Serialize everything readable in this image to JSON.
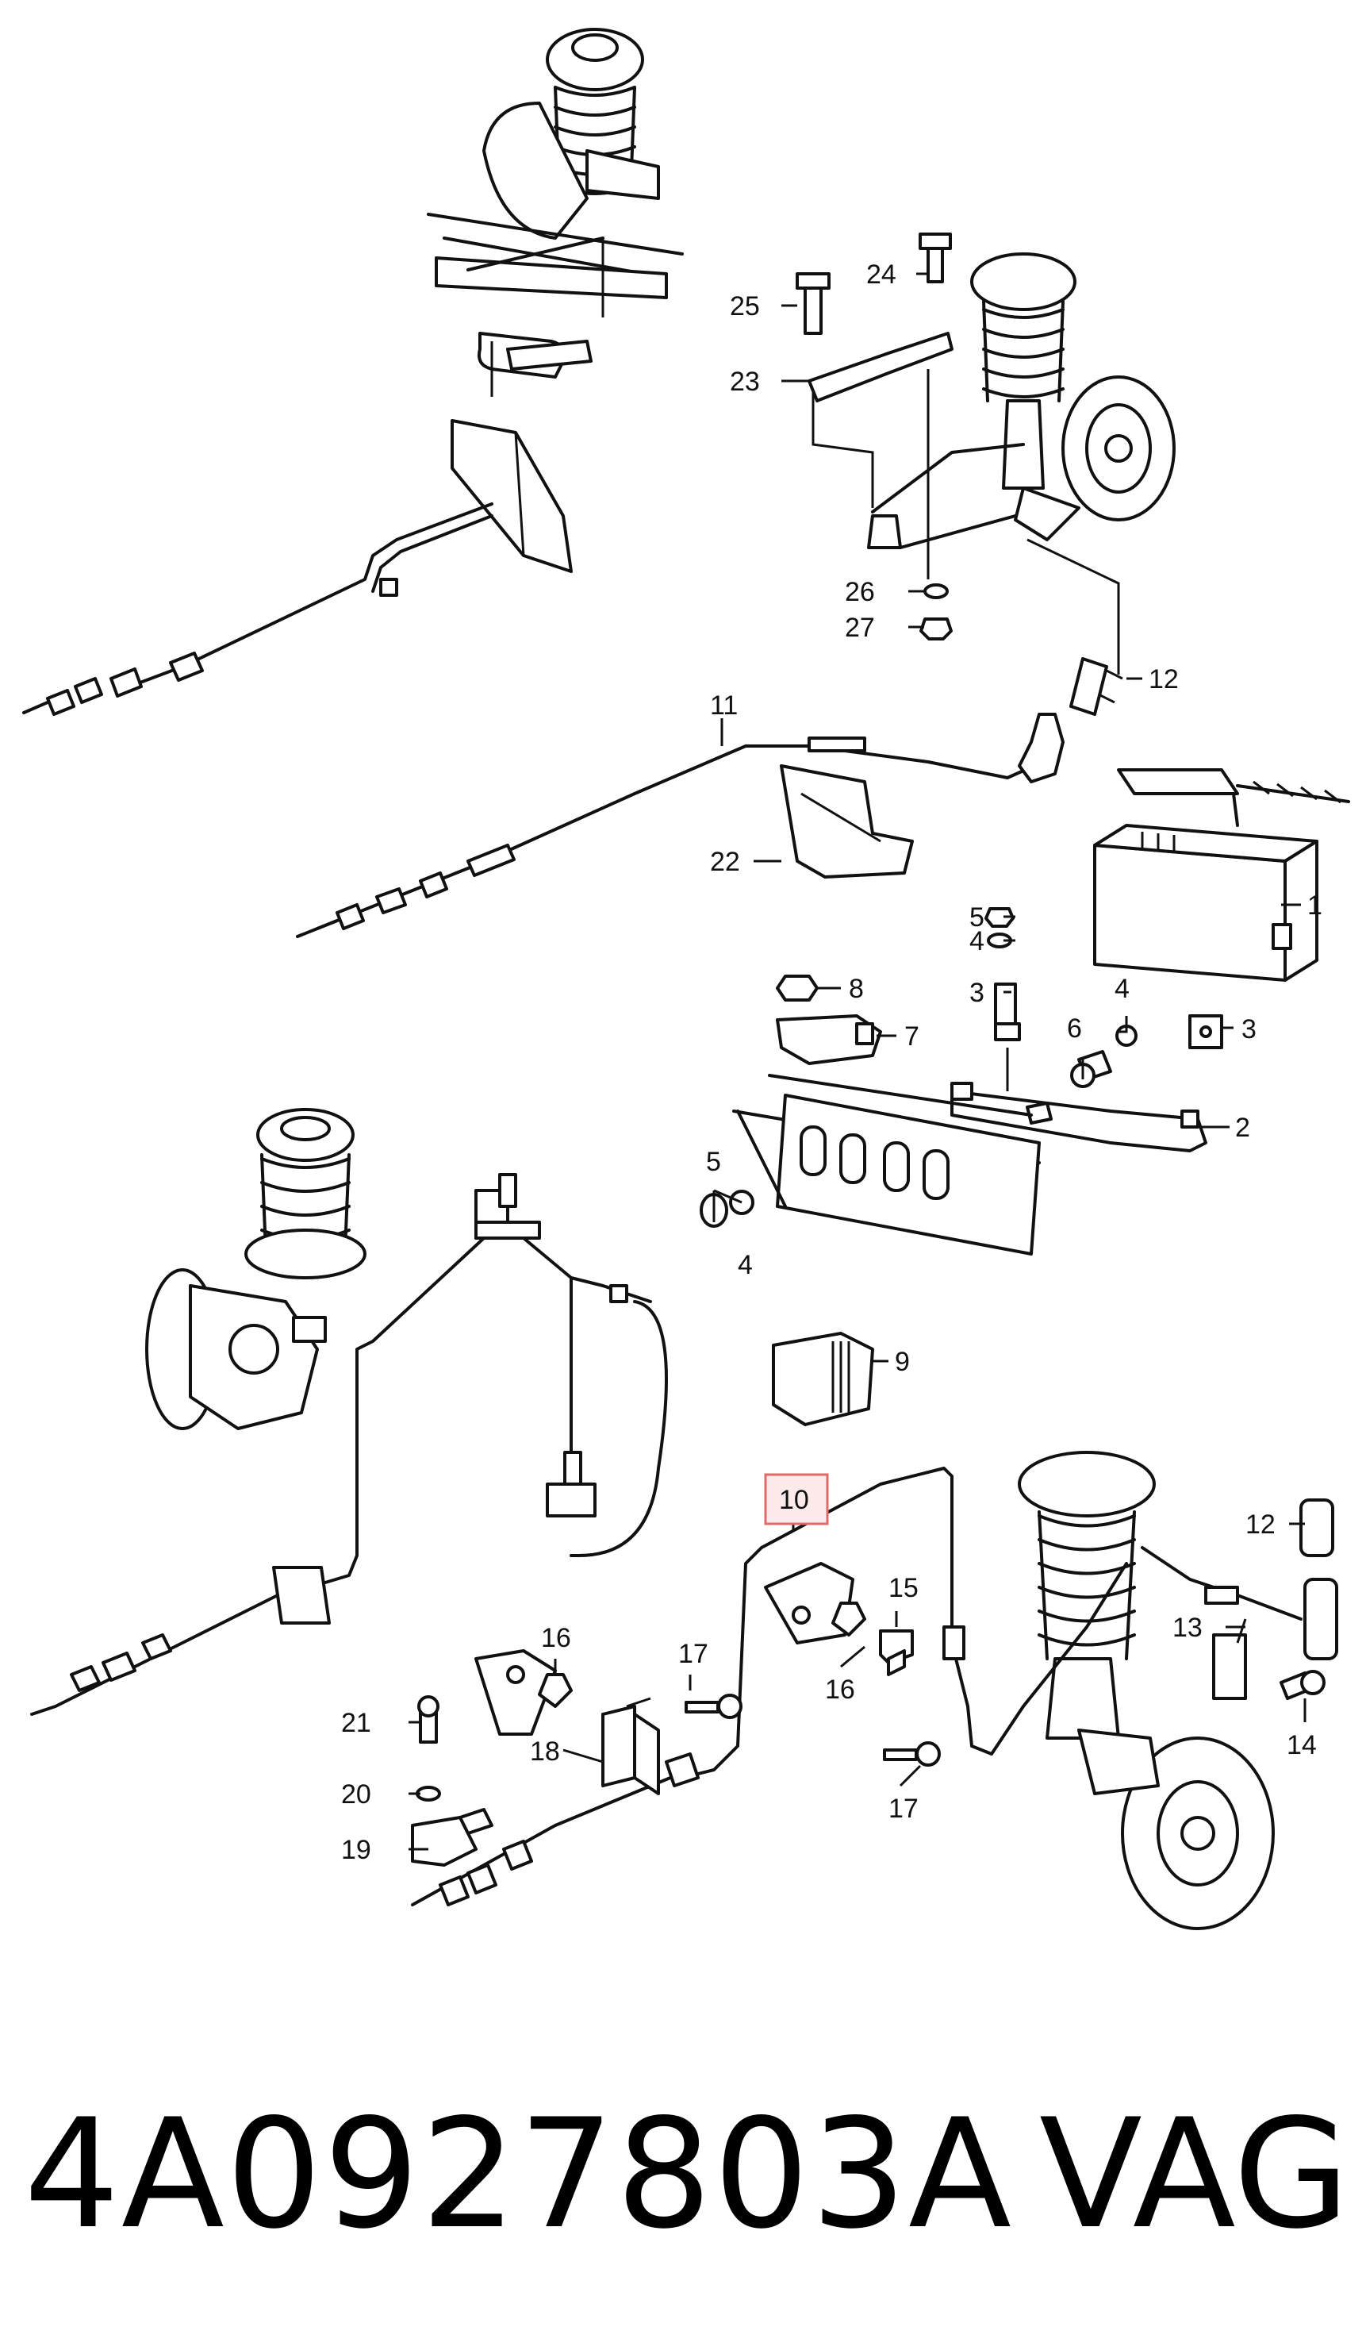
{
  "highlighted_callout": "10",
  "callouts": {
    "c1": "1",
    "c2": "2",
    "c3a": "3",
    "c3b": "3",
    "c4a": "4",
    "c4b": "4",
    "c4c": "4",
    "c5a": "5",
    "c5b": "5",
    "c6": "6",
    "c7": "7",
    "c8": "8",
    "c9": "9",
    "c10": "10",
    "c11": "11",
    "c12a": "12",
    "c12b": "12",
    "c13": "13",
    "c14": "14",
    "c15": "15",
    "c16a": "16",
    "c16b": "16",
    "c17a": "17",
    "c17b": "17",
    "c18": "18",
    "c19": "19",
    "c20": "20",
    "c21": "21",
    "c22": "22",
    "c23": "23",
    "c24": "24",
    "c25": "25",
    "c26": "26",
    "c27": "27"
  },
  "footer": {
    "part_number": "4A0927803A",
    "brand": "VAG"
  },
  "colors": {
    "line": "#111111",
    "highlight_border": "#e06a6a",
    "highlight_fill": "#fdeaea"
  }
}
